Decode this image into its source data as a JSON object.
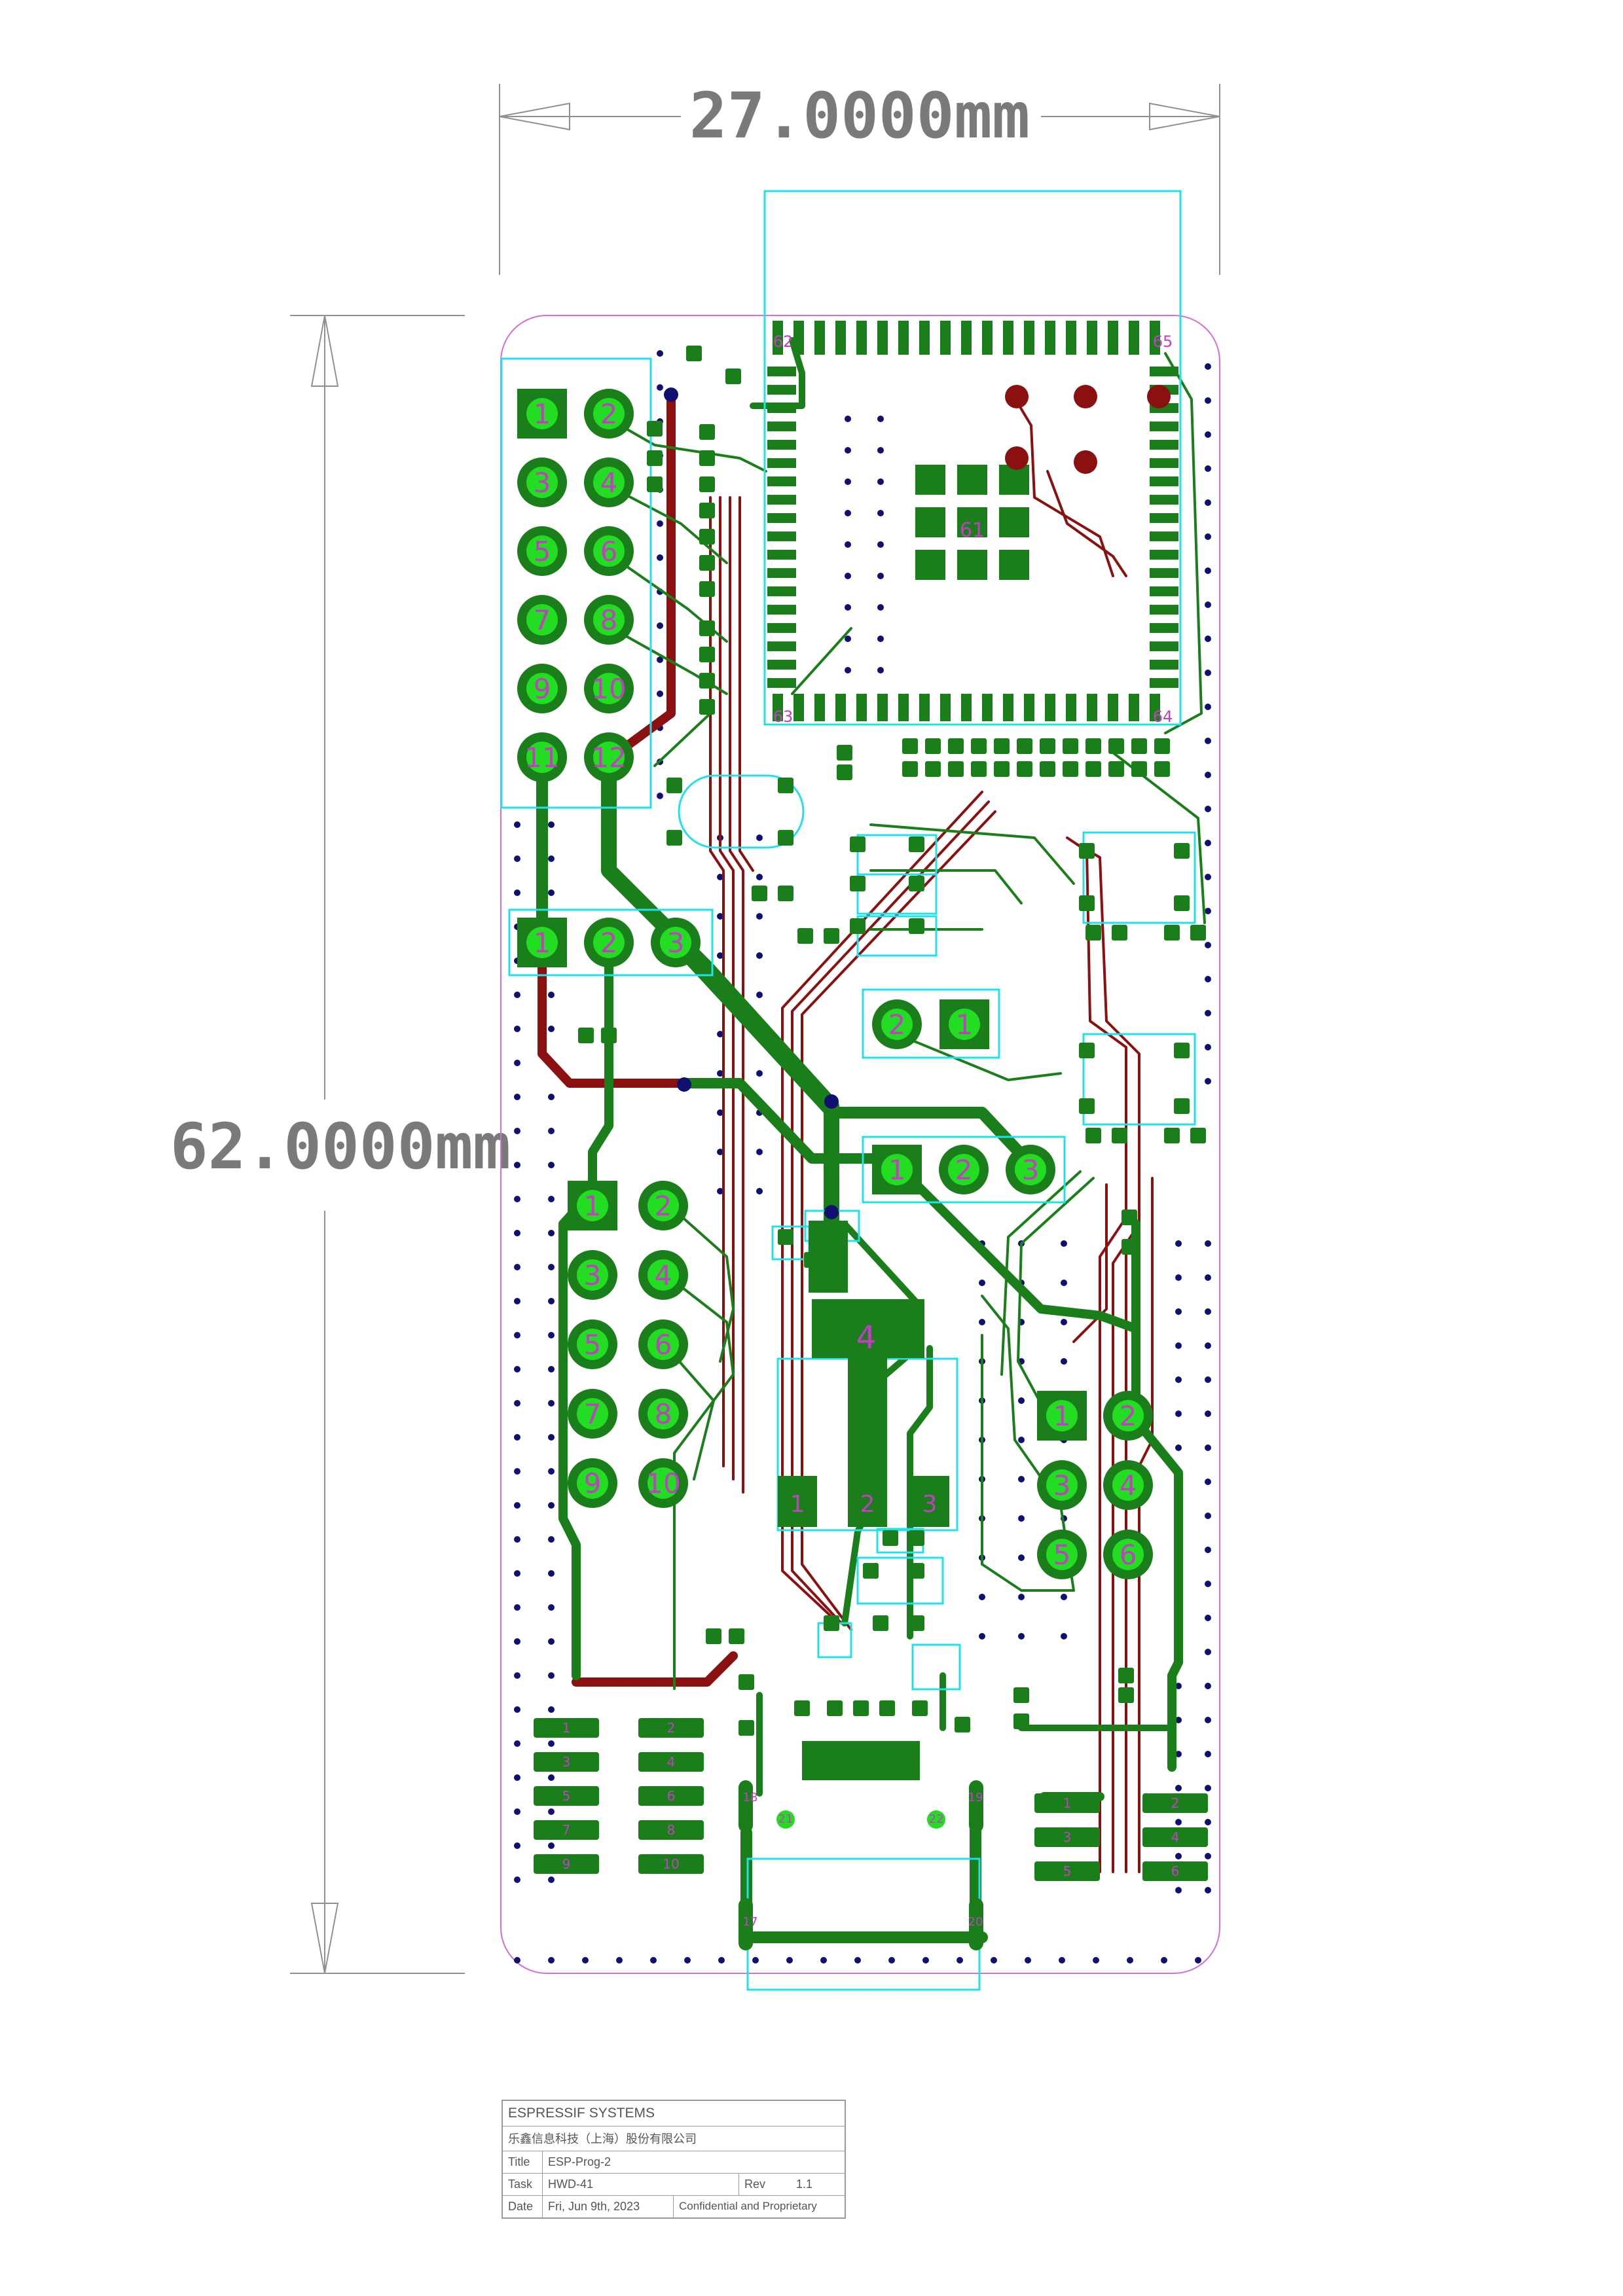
{
  "dimensions": {
    "width_label": "27.0000mm",
    "height_label": "62.0000mm"
  },
  "colors": {
    "top_copper": "#1a7f1a",
    "pad_fill": "#22dd22",
    "bottom_copper": "#8b1010",
    "silkscreen": "#22e0e8",
    "board_outline": "#d070d0",
    "dimension": "#909090",
    "via": "#101070",
    "pin_text": "#c040c0"
  },
  "connectors": {
    "j_top_left": {
      "pins": [
        "1",
        "2",
        "3",
        "4",
        "5",
        "6",
        "7",
        "8",
        "9",
        "10",
        "11",
        "12"
      ]
    },
    "j_three_left": {
      "pins": [
        "1",
        "2",
        "3"
      ]
    },
    "j_two_right": {
      "pins": [
        "2",
        "1"
      ]
    },
    "j_three_right": {
      "pins": [
        "1",
        "2",
        "3"
      ]
    },
    "j_mid_left": {
      "pins": [
        "1",
        "2",
        "3",
        "4",
        "5",
        "6",
        "7",
        "8",
        "9",
        "10"
      ]
    },
    "j_mid_right": {
      "pins": [
        "1",
        "2",
        "3",
        "4",
        "5",
        "6"
      ]
    },
    "regulator": {
      "tab": "4",
      "pins": [
        "1",
        "2",
        "3"
      ]
    },
    "module": {
      "corner_tl": "62",
      "corner_tr": "65",
      "corner_bl": "63",
      "corner_br": "64",
      "pad": "61"
    },
    "smd_left_a": {
      "pins": [
        "1",
        "3",
        "5",
        "7",
        "9"
      ]
    },
    "smd_left_b": {
      "pins": [
        "2",
        "4",
        "6",
        "8",
        "10"
      ]
    },
    "smd_right_a": {
      "pins": [
        "1",
        "3",
        "5"
      ]
    },
    "smd_right_b": {
      "pins": [
        "2",
        "4",
        "6"
      ]
    },
    "usb": {
      "pins": [
        "18",
        "17",
        "19",
        "20",
        "21",
        "22"
      ]
    }
  },
  "titleblock": {
    "company": "ESPRESSIF SYSTEMS",
    "company_cn": "乐鑫信息科技（上海）股份有限公司",
    "title_label": "Title",
    "title_value": "ESP-Prog-2",
    "task_label": "Task",
    "task_value": "HWD-41",
    "rev_label": "Rev",
    "rev_value": "1.1",
    "date_label": "Date",
    "date_value": "Fri, Jun 9th, 2023",
    "confidential": "Confidential and Proprietary"
  }
}
